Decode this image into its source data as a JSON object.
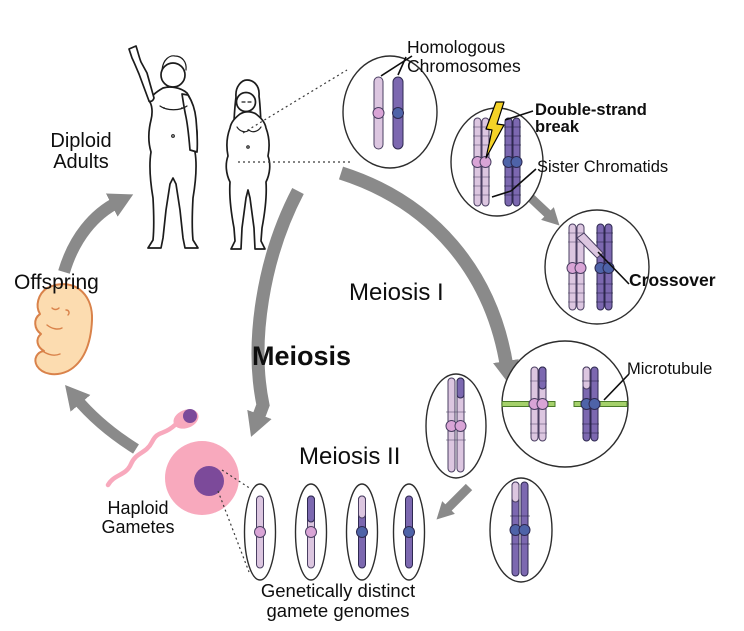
{
  "labels": {
    "diploid_adults": [
      "Diploid",
      "Adults"
    ],
    "offspring": "Offspring",
    "haploid_gametes": [
      "Haploid",
      "Gametes"
    ],
    "meiosis": "Meiosis",
    "meiosis_i": "Meiosis I",
    "meiosis_ii": "Meiosis II",
    "homologous_chromosomes": [
      "Homologous",
      "Chromosomes"
    ],
    "double_strand_break": [
      "Double-strand",
      "break"
    ],
    "sister_chromatids": "Sister Chromatids",
    "crossover": "Crossover",
    "microtubule": "Microtubule",
    "genetically_distinct": [
      "Genetically distinct",
      "gamete genomes"
    ]
  },
  "colors": {
    "light_chromosome": "#dcc6e0",
    "light_centromere": "#d9a4d6",
    "dark_chromosome": "#7c68b0",
    "dark_centromere": "#4e63a8",
    "arrow_gray": "#8a8a8a",
    "microtubule_green": "#a5d16b",
    "lightning_yellow": "#f5d327",
    "egg_pink": "#f8a9bd",
    "nucleus_purple": "#7c4a9a",
    "fetus_peach": "#fcdcb0",
    "fetus_outline": "#d9824a"
  }
}
